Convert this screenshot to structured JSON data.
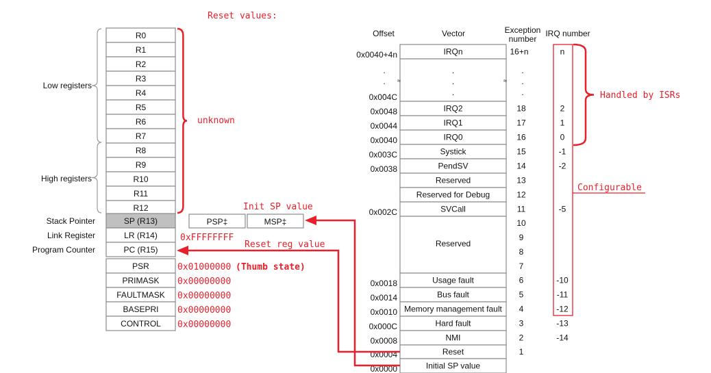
{
  "reset_values_title": "Reset values:",
  "registers": {
    "general": [
      "R0",
      "R1",
      "R2",
      "R3",
      "R4",
      "R5",
      "R6",
      "R7",
      "R8",
      "R9",
      "R10",
      "R11",
      "R12"
    ],
    "low_label": "Low registers",
    "high_label": "High registers",
    "unknown_label": "unknown",
    "sp": {
      "label": "Stack Pointer",
      "name": "SP (R13)"
    },
    "lr": {
      "label": "Link Register",
      "name": "LR (R14)",
      "reset": "0xFFFFFFFF"
    },
    "pc": {
      "label": "Program Counter",
      "name": "PC (R15)"
    },
    "psp": "PSP‡",
    "msp": "MSP‡",
    "init_sp_label": "Init SP value",
    "reset_reg_label": "Reset reg value",
    "special": [
      {
        "name": "PSR",
        "reset": "0x01000000",
        "note": "(Thumb state)"
      },
      {
        "name": "PRIMASK",
        "reset": "0x00000000"
      },
      {
        "name": "FAULTMASK",
        "reset": "0x00000000"
      },
      {
        "name": "BASEPRI",
        "reset": "0x00000000"
      },
      {
        "name": "CONTROL",
        "reset": "0x00000000"
      }
    ],
    "highlight_color": "#c0c0c0",
    "accent_color": "#e8202a"
  },
  "vector_table": {
    "headers": {
      "offset": "Offset",
      "vector": "Vector",
      "exception": [
        "Exception",
        "number"
      ],
      "irq": "IRQ number"
    },
    "rows": [
      {
        "vector": "IRQn",
        "exc": "16+n",
        "irq": "n"
      },
      {
        "vector": "· · ·",
        "exc": "· · ·",
        "irq": ""
      },
      {
        "vector": "IRQ2",
        "exc": "18",
        "irq": "2"
      },
      {
        "vector": "IRQ1",
        "exc": "17",
        "irq": "1"
      },
      {
        "vector": "IRQ0",
        "exc": "16",
        "irq": "0"
      },
      {
        "vector": "Systick",
        "exc": "15",
        "irq": "-1"
      },
      {
        "vector": "PendSV",
        "exc": "14",
        "irq": "-2"
      },
      {
        "vector": "Reserved",
        "exc": "13",
        "irq": ""
      },
      {
        "vector": "Reserved for Debug",
        "exc": "12",
        "irq": ""
      },
      {
        "vector": "SVCall",
        "exc": "11",
        "irq": "-5"
      },
      {
        "vector": "Reserved",
        "exc": [
          "10",
          "9",
          "8",
          "7"
        ],
        "irq": ""
      },
      {
        "vector": "Usage fault",
        "exc": "6",
        "irq": "-10"
      },
      {
        "vector": "Bus fault",
        "exc": "5",
        "irq": "-11"
      },
      {
        "vector": "Memory management fault",
        "exc": "4",
        "irq": "-12"
      },
      {
        "vector": "Hard fault",
        "exc": "3",
        "irq": "-13"
      },
      {
        "vector": "NMI",
        "exc": "2",
        "irq": "-14"
      },
      {
        "vector": "Reset",
        "exc": "1",
        "irq": ""
      },
      {
        "vector": "Initial SP value",
        "exc": "",
        "irq": ""
      }
    ],
    "offsets": [
      "0x0040+4n",
      "0x004C",
      "0x0048",
      "0x0044",
      "0x0040",
      "0x003C",
      "0x0038",
      "0x002C",
      "0x0018",
      "0x0014",
      "0x0010",
      "0x000C",
      "0x0008",
      "0x0004",
      "0x0000"
    ],
    "handled_label": "Handled by ISRs",
    "configurable_label": "Configurable"
  }
}
